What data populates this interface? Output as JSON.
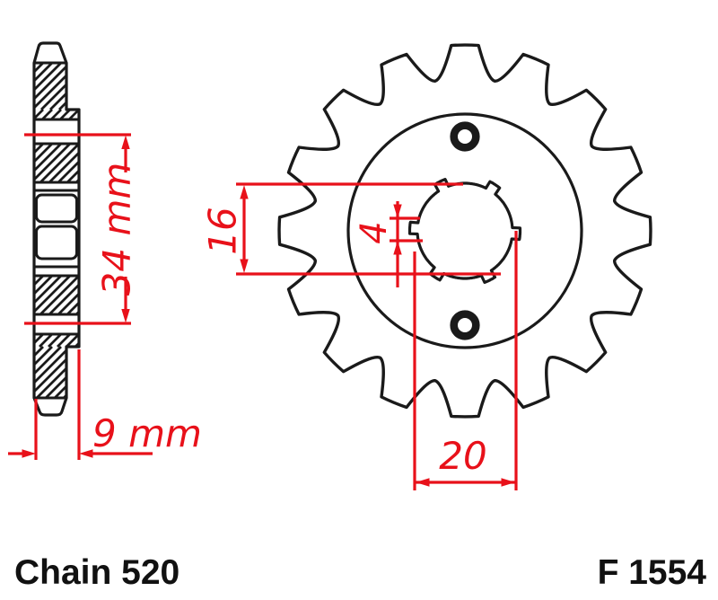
{
  "footer": {
    "chain": "Chain 520",
    "part": "F 1554"
  },
  "dims": {
    "d34": "34 mm",
    "d9": "9 mm",
    "d16": "16",
    "d4": "4",
    "d20": "20"
  },
  "colors": {
    "dimension_red": "#e8111a",
    "line_black": "#1a1a1a",
    "background": "#ffffff"
  },
  "sprocket": {
    "teeth": 16,
    "spline_notches": 6,
    "bolt_holes": 2
  }
}
